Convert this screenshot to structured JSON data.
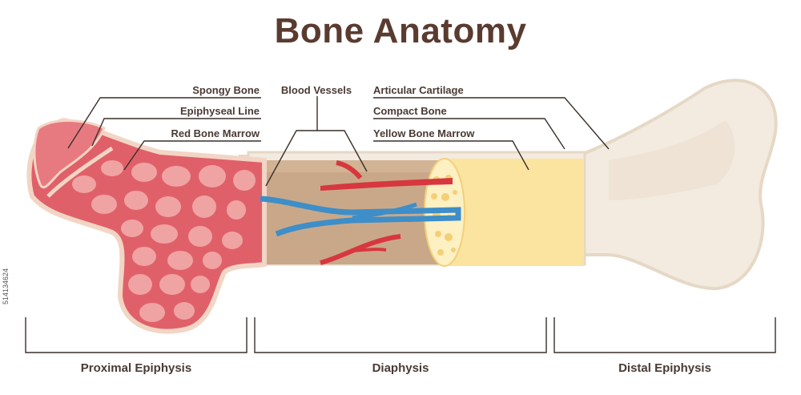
{
  "title": "Bone Anatomy",
  "labels": {
    "spongy_bone": "Spongy Bone",
    "epiphyseal_line": "Epiphyseal Line",
    "red_bone_marrow": "Red Bone Marrow",
    "blood_vessels": "Blood Vessels",
    "articular_cartilage": "Articular Cartilage",
    "compact_bone": "Compact Bone",
    "yellow_bone_marrow": "Yellow Bone Marrow"
  },
  "regions": {
    "proximal": "Proximal Epiphysis",
    "diaphysis": "Diaphysis",
    "distal": "Distal Epiphysis"
  },
  "stock_id": "514134624",
  "colors": {
    "title": "#5a3b30",
    "bone": "#f3ebdf",
    "bone_outline": "#e6d8c6",
    "spongy_red": "#e0606a",
    "spongy_light": "#f0a3a3",
    "cavity": "#c9a889",
    "artery": "#d7373f",
    "vein": "#3d8ec9",
    "yellow_marrow": "#fbe3a0"
  }
}
